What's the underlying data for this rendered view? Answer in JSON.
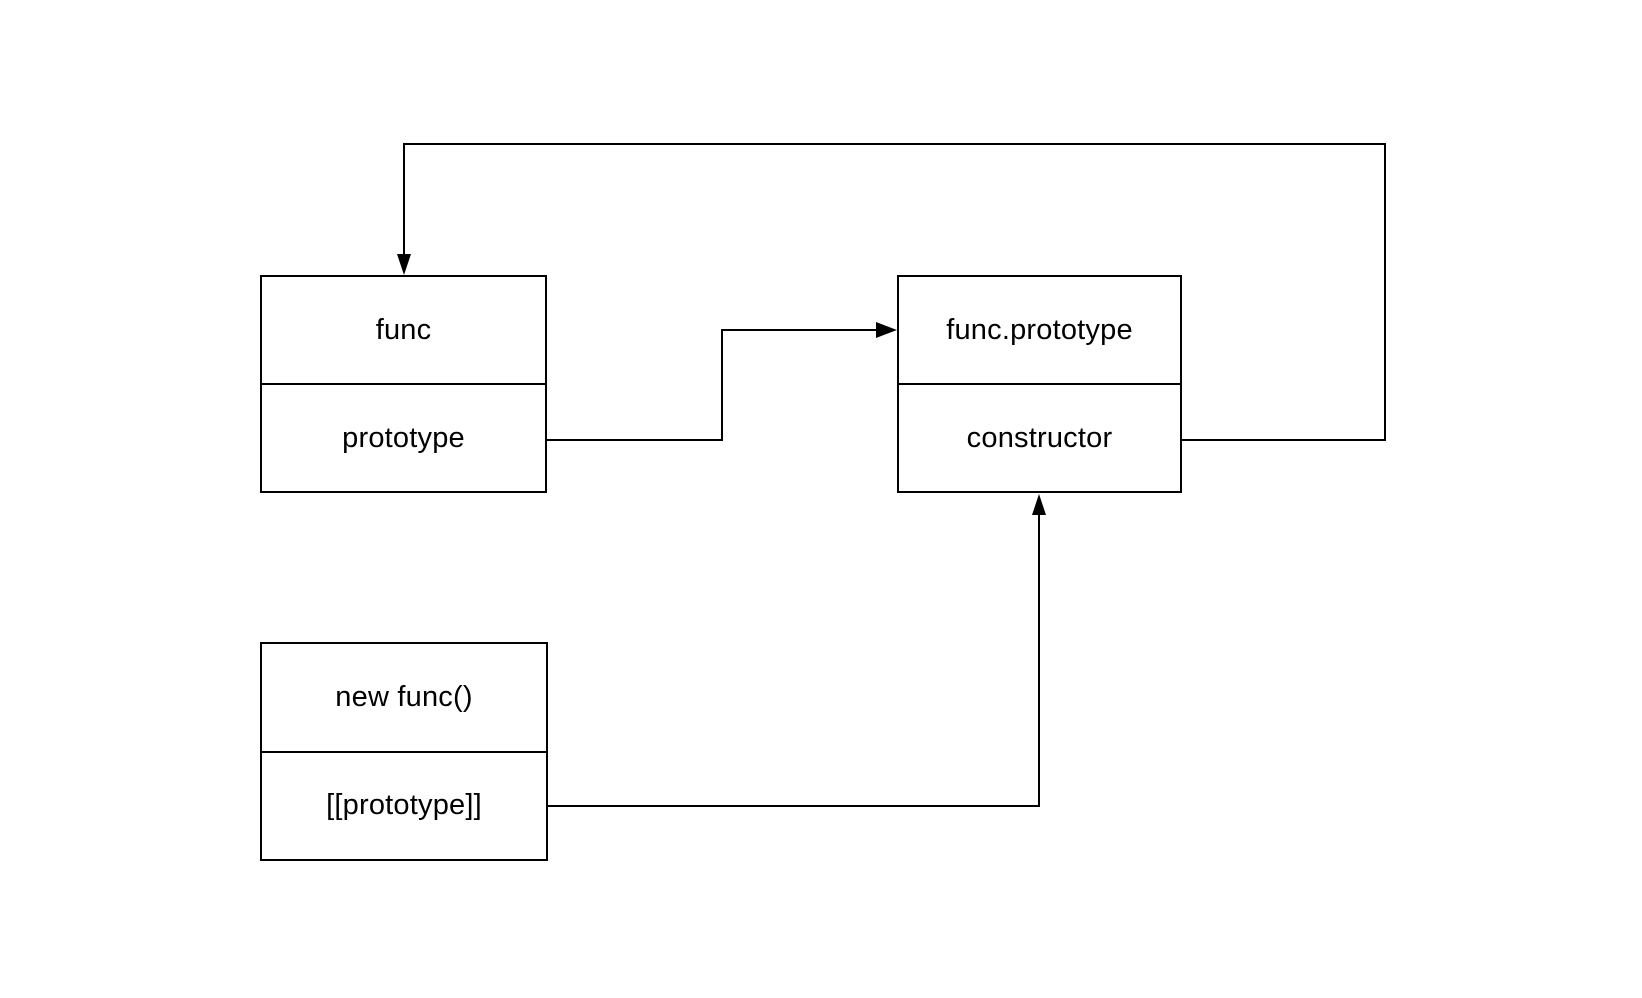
{
  "colors": {
    "background": "#ffffff",
    "line": "#000000",
    "text": "#000000"
  },
  "nodes": [
    {
      "id": "func",
      "rows": [
        "func",
        "prototype"
      ]
    },
    {
      "id": "func-prototype",
      "rows": [
        "func.prototype",
        "constructor"
      ]
    },
    {
      "id": "new-func",
      "rows": [
        "new func()",
        "[[prototype]]"
      ]
    }
  ],
  "edges": [
    {
      "from": "func.prototype-property",
      "to": "func.prototype-object",
      "arrow": "into left side of func.prototype box"
    },
    {
      "from": "constructor-property",
      "to": "func-object",
      "arrow": "into top of func box"
    },
    {
      "from": "[[prototype]]-property",
      "to": "func.prototype-object",
      "arrow": "into bottom of constructor cell"
    }
  ]
}
